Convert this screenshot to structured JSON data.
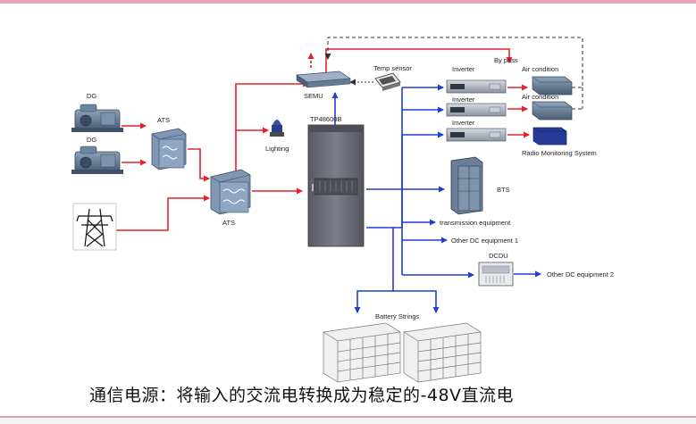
{
  "labels": {
    "dg_top": "DG",
    "dg_bottom": "DG",
    "ats_top": "ATS",
    "ats_main": "ATS",
    "semu": "SEMU",
    "temp_sensor": "Temp sensor",
    "lighting": "Lighting",
    "tp": "TP48600B",
    "inverter_1": "Inverter",
    "inverter_2": "Inverter",
    "inverter_3": "Inverter",
    "bypass": "By pass",
    "air_1": "Air condition",
    "air_2": "Air condition",
    "radio": "Radio Monitoring System",
    "bts": "BTS",
    "transmission": "transmission equipment",
    "other_dc_1": "Other DC equipment 1",
    "dcdu": "DCDU",
    "other_dc_2": "Other DC equipment 2",
    "battery": "Battery Strings"
  },
  "caption": "通信电源：将输入的交流电转换成为稳定的-48V直流电",
  "colors": {
    "ac_line": "#e8202a",
    "dc_line": "#1f3fd0",
    "signal_line": "#333333",
    "cabinet": "#6e6e78",
    "equipment": "#5c6f86"
  }
}
